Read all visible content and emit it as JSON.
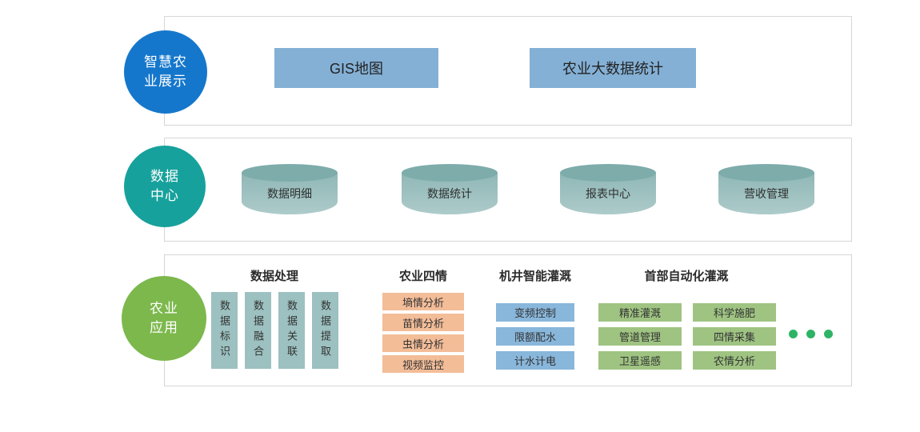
{
  "display": {
    "circle_line1": "智慧农",
    "circle_line2": "业展示",
    "box1": "GIS地图",
    "box2": "农业大数据统计"
  },
  "data_center": {
    "circle_line1": "数据",
    "circle_line2": "中心",
    "cylinders": [
      "数据明细",
      "数据统计",
      "报表中心",
      "营收管理"
    ]
  },
  "application": {
    "circle_line1": "农业",
    "circle_line2": "应用",
    "group1": {
      "title": "数据处理",
      "items": [
        "数据标识",
        "数据融合",
        "数据关联",
        "数据提取"
      ]
    },
    "group2": {
      "title": "农业四情",
      "items": [
        "墒情分析",
        "苗情分析",
        "虫情分析",
        "视频监控"
      ]
    },
    "group3": {
      "title": "机井智能灌溉",
      "items": [
        "变频控制",
        "限额配水",
        "计水计电"
      ]
    },
    "group4": {
      "title": "首部自动化灌溉",
      "col1": [
        "精准灌溉",
        "管道管理",
        "卫星遥感"
      ],
      "col2": [
        "科学施肥",
        "四情采集",
        "农情分析"
      ]
    }
  },
  "colors": {
    "circle_blue": "#1577cc",
    "circle_teal": "#17a19c",
    "circle_green": "#7db84d",
    "display_box_blue": "#84b0d5",
    "cylinder_teal": "#9cc1c0",
    "item_orange": "#f3bd98",
    "item_blue": "#89b7db",
    "item_green": "#9fc482",
    "ellipsis_green": "#2db466"
  }
}
